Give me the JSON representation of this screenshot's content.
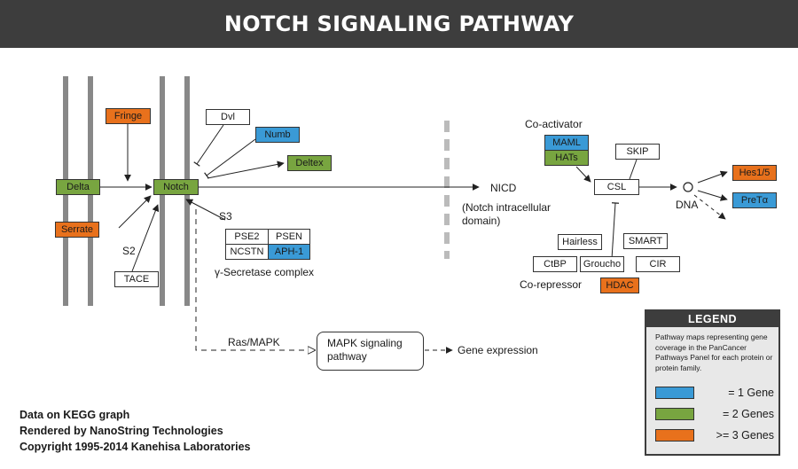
{
  "title": "NOTCH SIGNALING PATHWAY",
  "colors": {
    "one_gene": "#3a9ad6",
    "two_genes": "#78a540",
    "three_plus_genes": "#e8711c",
    "header": "#3d3d3d"
  },
  "nodes": {
    "fringe": "Fringe",
    "delta": "Delta",
    "serrate": "Serrate",
    "notch": "Notch",
    "dvl": "Dvl",
    "numb": "Numb",
    "deltex": "Deltex",
    "tace": "TACE",
    "pse2": "PSE2",
    "psen": "PSEN",
    "ncstn": "NCSTN",
    "aph1": "APH-1",
    "maml": "MAML",
    "hats": "HATs",
    "skip": "SKIP",
    "csl": "CSL",
    "hes": "Hes1/5",
    "pretα": "PreTα",
    "hairless": "Hairless",
    "smart": "SMART",
    "ctbp": "CtBP",
    "groucho": "Groucho",
    "cir": "CIR",
    "hdac": "HDAC"
  },
  "labels": {
    "s2": "S2",
    "s3": "S3",
    "gamma_secretase": "γ-Secretase complex",
    "nicd": "NICD",
    "nicd_desc_1": "(Notch intracellular",
    "nicd_desc_2": "domain)",
    "co_activator": "Co-activator",
    "co_repressor": "Co-repressor",
    "dna": "DNA",
    "ras_mapk": "Ras/MAPK",
    "mapk_1": "MAPK signaling",
    "mapk_2": "pathway",
    "gene_expression": "Gene expression"
  },
  "credits": [
    "Data on KEGG graph",
    "Rendered by NanoString Technologies",
    "Copyright 1995-2014 Kanehisa Laboratories"
  ],
  "legend": {
    "title": "LEGEND",
    "description": "Pathway maps representing gene coverage in the PanCancer Pathways Panel for each protein or protein family.",
    "items": [
      {
        "label": "= 1 Gene",
        "color": "#3a9ad6"
      },
      {
        "label": "= 2 Genes",
        "color": "#78a540"
      },
      {
        "label": ">= 3 Genes",
        "color": "#e8711c"
      }
    ]
  }
}
